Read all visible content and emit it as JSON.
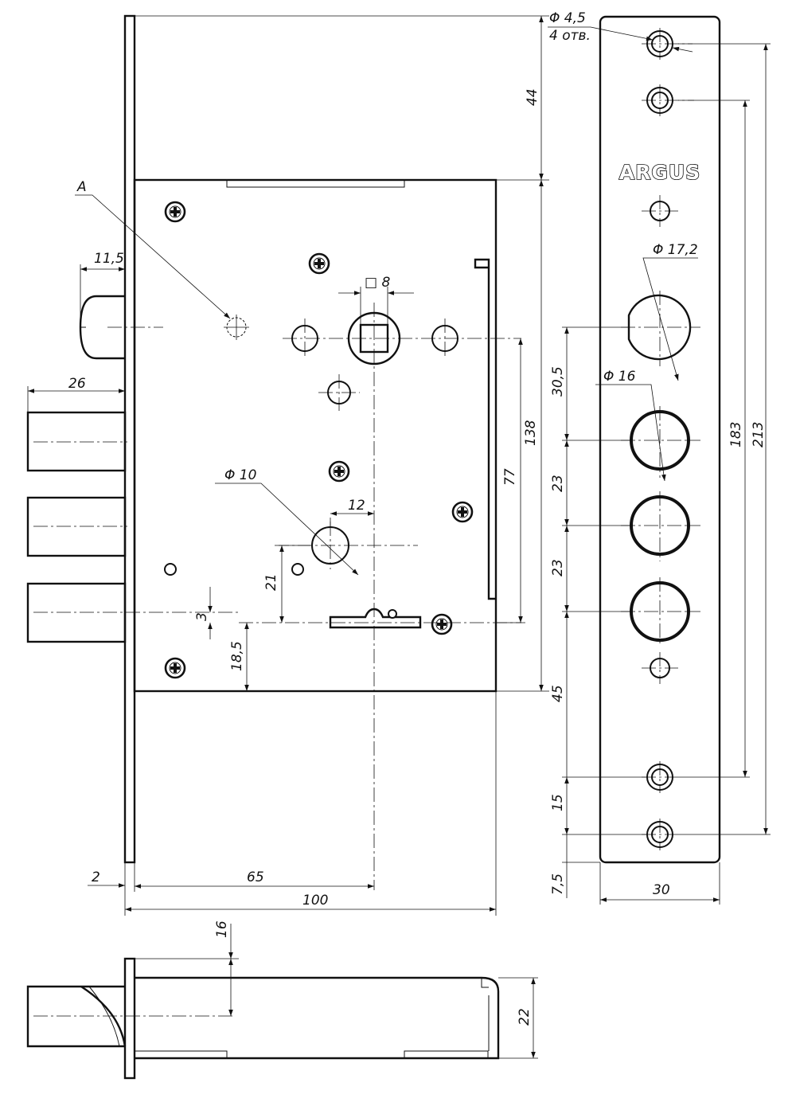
{
  "brand": "ARGUS",
  "leaders": {
    "section_label": "A",
    "mount_hole": "Φ 4,5",
    "mount_hole_count": "4 отв.",
    "cylinder_hole": "Φ 17,2",
    "bolt_hole": "Φ 16",
    "square": "□ 8",
    "hole_d10": "Φ 10"
  },
  "dims": {
    "latch_projection": "11,5",
    "bolt_projection": "26",
    "backset_offset": "12",
    "d21": "21",
    "d3": "3",
    "d18_5": "18,5",
    "top_offset": "44",
    "d138": "138",
    "d77": "77",
    "d45": "45",
    "faceplate_thickness": "2",
    "backset": "65",
    "body_width": "100",
    "d30_5": "30,5",
    "d23_a": "23",
    "d23_b": "23",
    "d15": "15",
    "d7_5": "7,5",
    "faceplate_width": "30",
    "d183": "183",
    "d213": "213",
    "d16": "16",
    "body_depth": "22"
  }
}
